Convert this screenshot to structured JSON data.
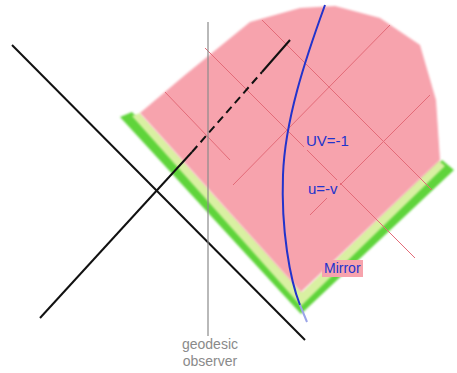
{
  "diagram": {
    "labels": [
      "UV=-1",
      "u=-v",
      "Mirror",
      "geodesic observer"
    ]
  }
}
